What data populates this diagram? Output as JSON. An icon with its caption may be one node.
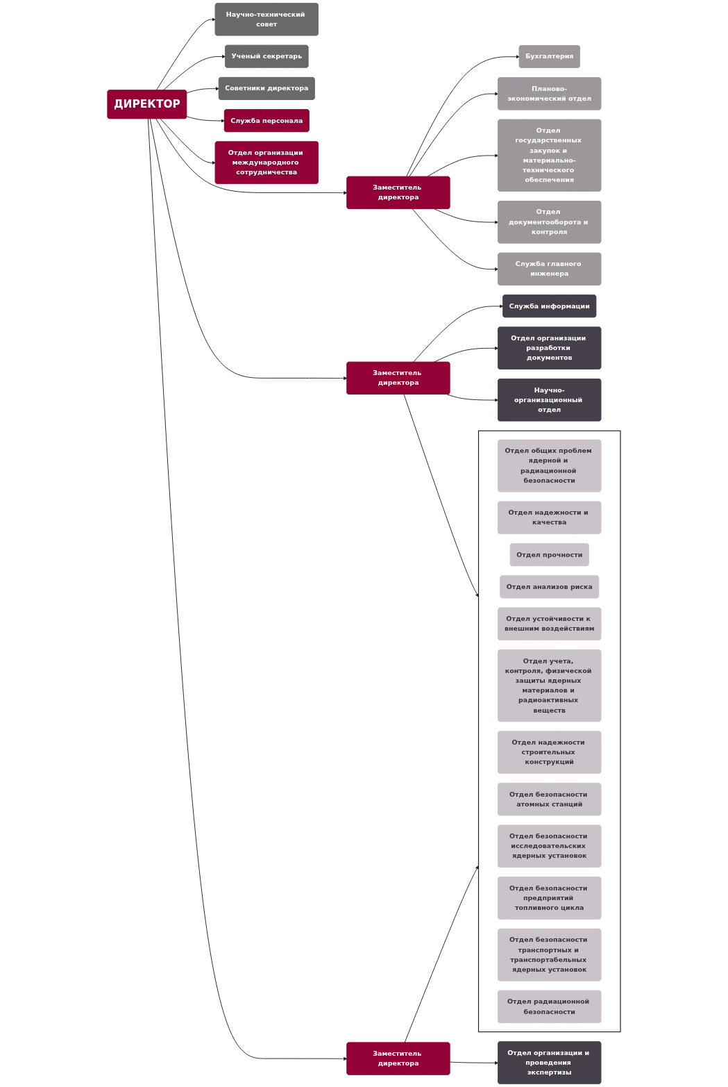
{
  "diagram": {
    "nodes": [
      {
        "text": [
          "ДИРЕКТОР"
        ]
      },
      {
        "text": [
          "Научно-технический совет"
        ]
      },
      {
        "text": [
          "Ученый секретарь"
        ]
      },
      {
        "text": [
          "Советники директора"
        ]
      },
      {
        "text": [
          "Служба персонала"
        ]
      },
      {
        "text": [
          "Отдел организации международного сотрудничества"
        ]
      },
      {
        "text": [
          "Заместитель директора"
        ]
      },
      {
        "text": [
          "Бухгалтерия"
        ]
      },
      {
        "text": [
          "Планово-экономический отдел"
        ]
      },
      {
        "text": [
          "Отдел государственных закупок и материально-технического обеспечения"
        ]
      },
      {
        "text": [
          "Отдел документооборота и контроля"
        ]
      },
      {
        "text": [
          "Служба главного инженера"
        ]
      },
      {
        "text": [
          "Заместитель директора"
        ]
      },
      {
        "text": [
          "Служба информации"
        ]
      },
      {
        "text": [
          "Отдел организации разработки документов"
        ]
      },
      {
        "text": [
          "Научно-организационный отдел"
        ]
      },
      {
        "text": [
          "Заместитель директора"
        ]
      },
      {
        "text": [
          "Отдел организации и проведения экспертизы"
        ]
      },
      {
        "text": [],
        "shape": "box"
      },
      {
        "text": [
          "Отдел общих проблем ядерной и радиационной безопасности"
        ],
        "in": 18
      },
      {
        "text": [
          "Отдел надежности и качества"
        ],
        "in": 18
      },
      {
        "text": [
          "Отдел прочности"
        ],
        "in": 18
      },
      {
        "text": [
          "Отдел анализов риска"
        ],
        "in": 18
      },
      {
        "text": [
          "Отдел устойчивости к внешним воздействиям"
        ],
        "in": 18
      },
      {
        "text": [
          "Отдел учета, контроля, физической защиты ядерных материалов и радиоактивных веществ"
        ],
        "in": 18
      },
      {
        "text": [
          "Отдел надежности строительных конструкций"
        ],
        "in": 18
      },
      {
        "text": [
          "Отдел безопасности атомных станций"
        ],
        "in": 18
      },
      {
        "text": [
          "Отдел безопасности исследовательских ядерных установок"
        ],
        "in": 18
      },
      {
        "text": [
          "Отдел безопасности предприятий топливного цикла"
        ],
        "in": 18
      },
      {
        "text": [
          "Отдел безопасности транспортных и транспортабельных ядерных установок"
        ],
        "in": 18
      },
      {
        "text": [
          "Отдел радиационной безопасности"
        ],
        "in": 18
      }
    ],
    "edges": [
      {
        "from": 0,
        "to": 1,
        "arrow": "to"
      },
      {
        "from": 0,
        "to": 2,
        "arrow": "to"
      },
      {
        "from": 0,
        "to": 3,
        "arrow": "to"
      },
      {
        "from": 0,
        "to": 4,
        "arrow": "to"
      },
      {
        "from": 0,
        "to": 5,
        "arrow": "to"
      },
      {
        "from": 0,
        "to": 6,
        "arrow": "to"
      },
      {
        "from": 0,
        "to": 12,
        "arrow": "to"
      },
      {
        "from": 0,
        "to": 16,
        "arrow": "to"
      },
      {
        "from": 6,
        "to": 7,
        "arrow": "to"
      },
      {
        "from": 6,
        "to": 8,
        "arrow": "to"
      },
      {
        "from": 6,
        "to": 9,
        "arrow": "to"
      },
      {
        "from": 6,
        "to": 10,
        "arrow": "to"
      },
      {
        "from": 6,
        "to": 11,
        "arrow": "to"
      },
      {
        "from": 12,
        "to": 13,
        "arrow": "to"
      },
      {
        "from": 12,
        "to": 14,
        "arrow": "to"
      },
      {
        "from": 12,
        "to": 15,
        "arrow": "to"
      },
      {
        "from": 16,
        "to": 17,
        "arrow": "to"
      },
      {
        "from": 12,
        "to": 18,
        "arrow": "to"
      },
      {
        "from": 16,
        "to": 18,
        "arrow": "to"
      }
    ]
  }
}
